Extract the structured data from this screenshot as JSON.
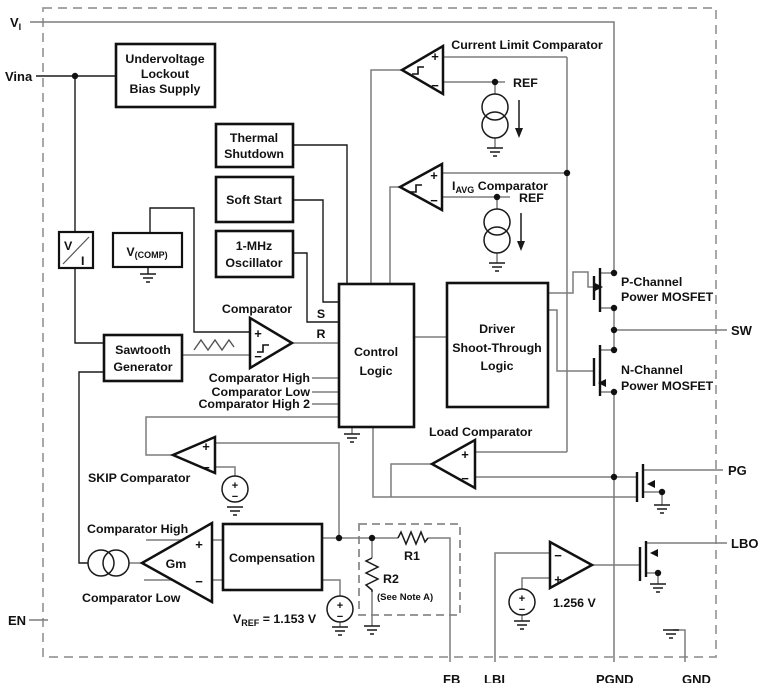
{
  "pins": {
    "vi": {
      "base": "V",
      "sub": "I"
    },
    "vina": "Vina",
    "en": "EN",
    "sw": "SW",
    "pg": "PG",
    "lbo": "LBO",
    "fb": "FB",
    "lbi": "LBI",
    "pgnd": "PGND",
    "gnd": "GND"
  },
  "blocks": {
    "uvlo": {
      "line1": "Undervoltage",
      "line2": "Lockout",
      "line3": "Bias Supply"
    },
    "thermal": {
      "line1": "Thermal",
      "line2": "Shutdown"
    },
    "soft_start": {
      "line1": "Soft Start"
    },
    "oscillator": {
      "line1": "1-MHz",
      "line2": "Oscillator"
    },
    "vcomp": {
      "base": "V",
      "sub": "(COMP)"
    },
    "v_over_i": {
      "top": "V",
      "bottom": "I"
    },
    "sawtooth": {
      "line1": "Sawtooth",
      "line2": "Generator"
    },
    "control": {
      "line1": "Control",
      "line2": "Logic"
    },
    "driver": {
      "line1": "Driver",
      "line2": "Shoot-Through",
      "line3": "Logic"
    },
    "compensation": {
      "line1": "Compensation"
    }
  },
  "comparators": {
    "main": {
      "label": "Comparator"
    },
    "current_limit": {
      "label": "Current Limit Comparator"
    },
    "iavg": {
      "base": "I",
      "sub": "AVG",
      "rest": " Comparator"
    },
    "skip": {
      "label": "SKIP Comparator"
    },
    "load": {
      "label": "Load Comparator"
    },
    "gm": {
      "label": "Gm",
      "input_high": "Comparator High",
      "input_low": "Comparator Low"
    },
    "lbi": {
      "threshold": "1.256 V"
    }
  },
  "signals": {
    "s": "S",
    "r": "R",
    "comp_high": "Comparator High",
    "comp_low": "Comparator Low",
    "comp_high2": "Comparator High 2"
  },
  "mosfets": {
    "p": {
      "line1": "P-Channel",
      "line2": "Power MOSFET"
    },
    "n": {
      "line1": "N-Channel",
      "line2": "Power MOSFET"
    }
  },
  "references": {
    "ref": "REF",
    "vref": {
      "base": "V",
      "sub": "REF",
      "rest": " = 1.153 V"
    }
  },
  "resistors": {
    "r1": "R1",
    "r2": "R2",
    "note": "(See Note A)"
  },
  "symbols": {
    "plus": "+",
    "minus": "−"
  },
  "colors": {
    "background": "#ffffff",
    "wire": "#7d7d7d",
    "dark_wire": "#1a1a1a",
    "box_border": "#111111",
    "dashed_border": "#999999"
  }
}
